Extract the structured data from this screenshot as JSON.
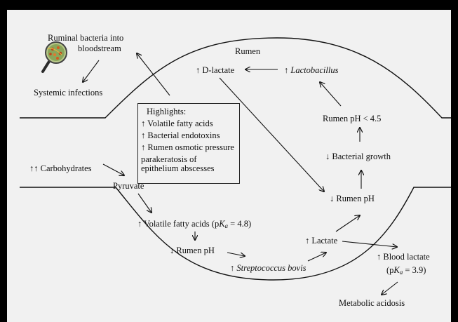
{
  "diagram": {
    "rumen_label": "Rumen",
    "up_arrow": "↑",
    "down_arrow": "↓",
    "double_up": "↑↑",
    "nodes": {
      "ruminal_bacteria_line1": "Ruminal bacteria into",
      "ruminal_bacteria_line2": "bloodstream",
      "systemic_infections": "Systemic infections",
      "d_lactate": "D-lactate",
      "lactobacillus": "Lactobacillus",
      "rumen_ph_lt": "Rumen pH < 4.5",
      "bacterial_growth": "Bacterial growth",
      "carbohydrates": "Carbohydrates",
      "pyruvate": "Pyruvate",
      "vfa_prefix": "Volatile fatty acids (p",
      "vfa_k": "K",
      "vfa_a": "a",
      "vfa_suffix": " = 4.8)",
      "rumen_ph_center": "Rumen pH",
      "rumen_ph_low": "Rumen pH",
      "streptococcus": "Streptococcus bovis",
      "lactate": "Lactate",
      "blood_lactate": "Blood lactate",
      "blood_pka_prefix": "(p",
      "blood_pka_k": "K",
      "blood_pka_a": "a",
      "blood_pka_suffix": " = 3.9)",
      "metabolic_acidosis": "Metabolic acidosis"
    },
    "highlights": {
      "title": "Highlights:",
      "item1": "↑ Volatile fatty acids",
      "item2": "↑ Bacterial endotoxins",
      "item3": "↑ Rumen osmotic pressure",
      "item4": "parakeratosis of epithelium abscesses"
    }
  }
}
